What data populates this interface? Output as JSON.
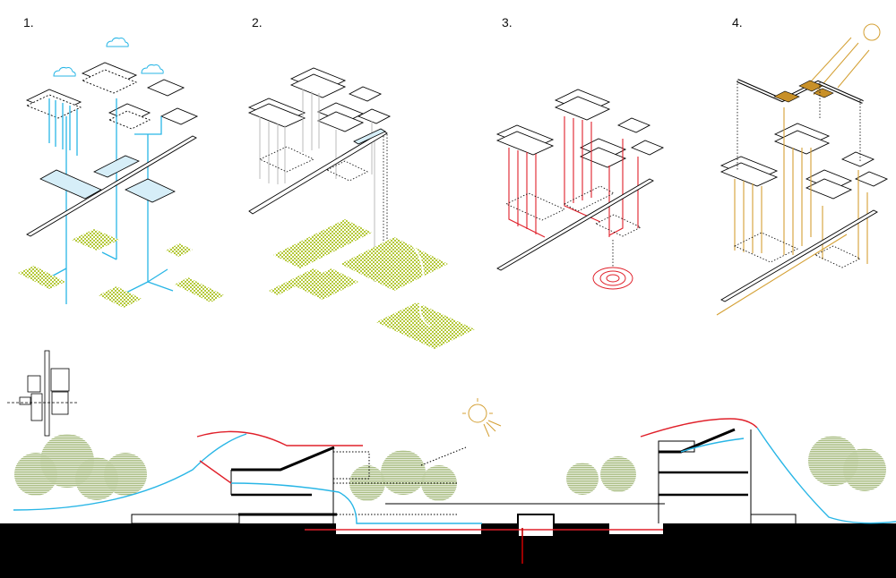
{
  "panels": [
    {
      "label": "1.",
      "theme": "rainwater-collection",
      "color": "#29b6e6"
    },
    {
      "label": "2.",
      "theme": "landscape-paths",
      "color": "#9a9a9a"
    },
    {
      "label": "3.",
      "theme": "geothermal",
      "color": "#e0202a"
    },
    {
      "label": "4.",
      "theme": "solar-light",
      "color": "#d4a034"
    }
  ],
  "colors": {
    "green_pattern": "#b5c93a",
    "water_blue": "#29b6e6",
    "heat_red": "#e0202a",
    "sun_gold": "#d4a034",
    "tree_green": "#a9bd82",
    "ground": "#000000"
  },
  "section": {
    "title": "building-section",
    "elements": [
      "site-plan-key",
      "trees-left",
      "building-left",
      "courtyard",
      "sun",
      "building-right",
      "trees-right",
      "airflow-lines"
    ]
  }
}
